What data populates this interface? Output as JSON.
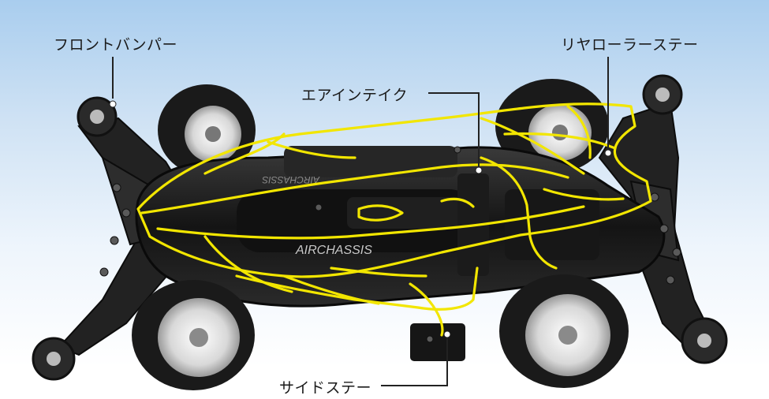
{
  "title": "",
  "labels": {
    "front_bumper": "フロントバンパー",
    "rear_roller_stay": "リヤローラーステー",
    "air_intake": "エアインテイク",
    "side_stay": "サイドステー"
  },
  "chassis_logo": "AIRCHASSIS",
  "colors": {
    "background_top": "#a9cdee",
    "background_bottom": "#ffffff",
    "chassis": "#1c1c1c",
    "body_outline": "#f2e600",
    "wheel_rim": "#e3e3e3",
    "callout_line": "#222222"
  }
}
